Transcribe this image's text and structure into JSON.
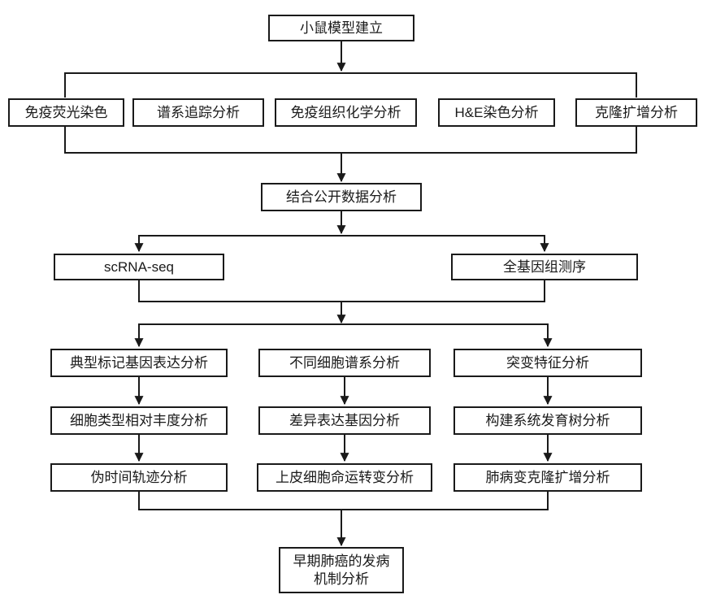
{
  "figure": {
    "type": "flowchart",
    "background": "#ffffff",
    "line_color": "#1a1a1a",
    "box_fill": "#ffffff",
    "box_border_color": "#1a1a1a",
    "text_color": "#1a1a1a"
  },
  "nodes": {
    "mouse_model": "小鼠模型建立",
    "immunofluorescence_staining": "免疫荧光染色",
    "lineage_tracing_analysis": "谱系追踪分析",
    "immunohistochemistry_analysis": "免疫组织化学分析",
    "he_staining_analysis": "H&E染色分析",
    "clonal_expansion_analysis": "克隆扩增分析",
    "combined_public_data_analysis": "结合公开数据分析",
    "scrna_seq": "scRNA-seq",
    "whole_genome_sequencing": "全基因组测序",
    "marker_gene_expression_analysis": "典型标记基因表达分析",
    "cell_type_abundance_analysis": "细胞类型相对丰度分析",
    "pseudotime_trajectory_analysis": "伪时间轨迹分析",
    "cell_lineage_analysis": "不同细胞谱系分析",
    "differential_expression_analysis": "差异表达基因分析",
    "epithelial_fate_transition_analysis": "上皮细胞命运转变分析",
    "mutation_signature_analysis": "突变特征分析",
    "phylogenetic_tree_analysis": "构建系统发育树分析",
    "lung_lesion_clonal_expansion_analysis": "肺病变克隆扩增分析",
    "mechanism_line1": "早期肺癌的发病",
    "mechanism_line2": "机制分析"
  }
}
